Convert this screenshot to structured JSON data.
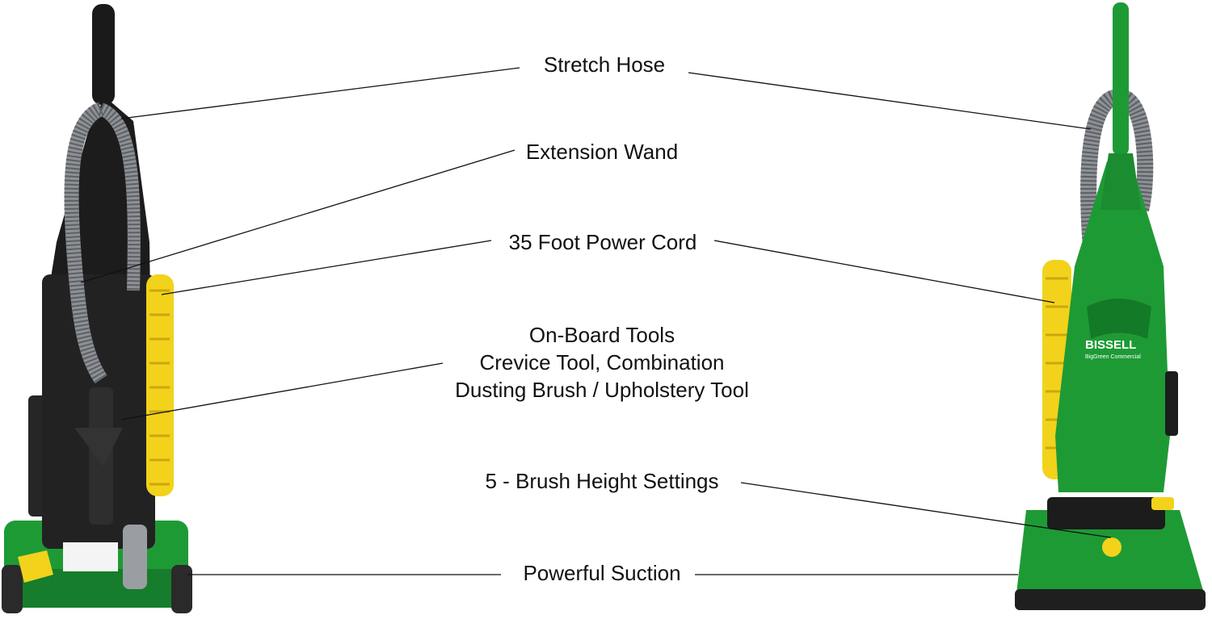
{
  "callouts": {
    "stretch_hose": "Stretch Hose",
    "extension_wand": "Extension Wand",
    "power_cord": "35 Foot Power Cord",
    "tools": {
      "line1": "On-Board Tools",
      "line2": "Crevice Tool, Combination",
      "line3": "Dusting Brush / Upholstery Tool"
    },
    "brush_height": "5 - Brush Height Settings",
    "suction": "Powerful Suction"
  },
  "brand": {
    "logo_text": "BISSELL",
    "sub_text": "BigGreen Commercial"
  },
  "colors": {
    "green": "#1e9a35",
    "dark_green": "#137a27",
    "black_body": "#1c1c1c",
    "cord_yellow": "#f2d21b",
    "hose_gray": "#8d9196"
  }
}
